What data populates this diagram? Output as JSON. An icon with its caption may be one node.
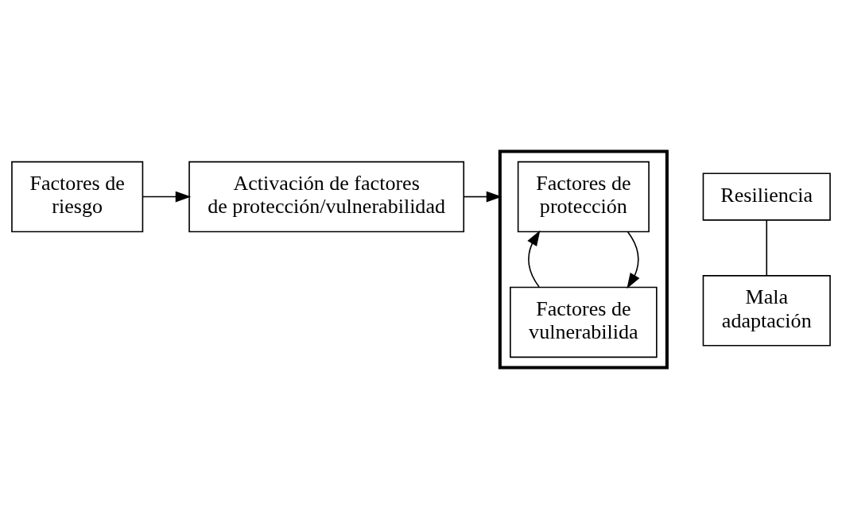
{
  "diagram": {
    "nodes": [
      {
        "text": [
          "Factores de riesgo"
        ]
      },
      {
        "text": [
          "Activación de factores de protección/vulnerabilidad"
        ]
      },
      {
        "text": [],
        "shape": "box"
      },
      {
        "text": [
          "Factores de protección"
        ],
        "in": 2
      },
      {
        "text": [
          "Factores de vulnerabilida"
        ],
        "in": 2
      },
      {
        "text": [
          "Resiliencia"
        ]
      },
      {
        "text": [
          "Mala adaptación"
        ]
      }
    ],
    "edges": [
      {
        "from": 0,
        "to": 1,
        "arrow": "to"
      },
      {
        "from": 1,
        "to": 2,
        "arrow": "to"
      },
      {
        "from": 3,
        "to": 4,
        "arrow": "to"
      },
      {
        "from": 4,
        "to": 3,
        "arrow": "to"
      },
      {
        "from": 5,
        "to": 6,
        "arrow": "none"
      }
    ]
  }
}
